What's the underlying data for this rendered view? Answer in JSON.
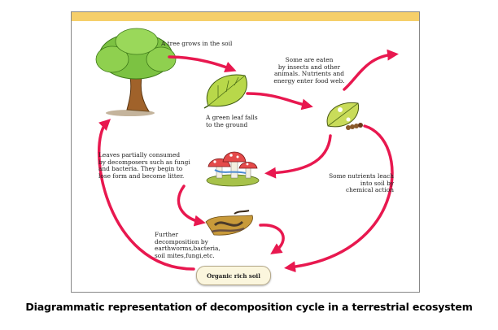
{
  "labels": {
    "tree_grows": "A tree grows in the soil",
    "some_eaten": "Some are eaten\nby insects and other\nanimals. Nutrients and\nenergy enter food web.",
    "leaf_falls": "A green leaf falls\nto the ground",
    "leaves_consumed": "Leaves partially consumed\nby decomposers such as fungi\nand bacteria. They begin to\nlose form and become litter.",
    "nutrients_leach": "Some nutrients leach\ninto soil by\nchemical action",
    "further_decomposition": "Further\ndecomposition by\nearthworms,bacteria,\nsoil mites,fungi,etc.",
    "organic_soil": "Organic rich soil"
  },
  "caption": "Diagrammatic representation of decomposition cycle in a terrestrial ecosystem",
  "colors": {
    "arrow": "#e8184f",
    "top_bar": "#f6cf6a",
    "leaf_green": "#b8d84a",
    "trunk": "#a0622a",
    "crown": "#7cc242"
  }
}
